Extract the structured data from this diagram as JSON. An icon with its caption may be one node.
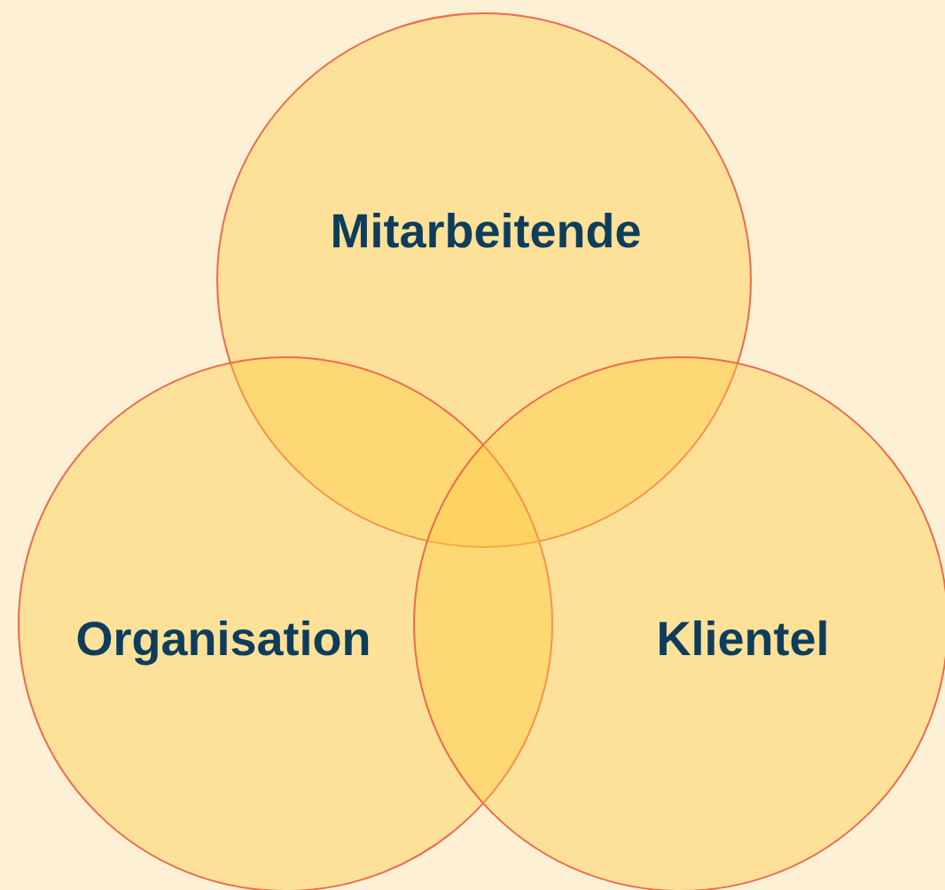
{
  "diagram": {
    "nodes": [
      {
        "text": [
          "Mitarbeitende"
        ]
      },
      {
        "text": [
          "Organisation"
        ]
      },
      {
        "text": [
          "Klientel"
        ]
      }
    ]
  }
}
